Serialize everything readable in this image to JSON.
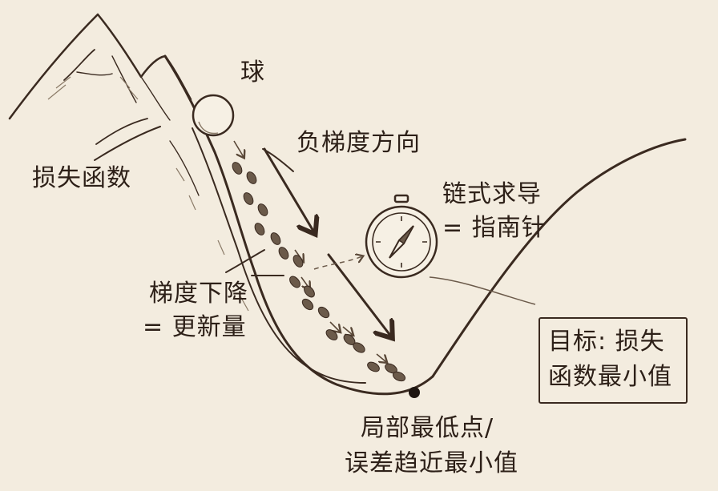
{
  "labels": {
    "ball": "球",
    "loss_function": "损失函数",
    "negative_gradient": "负梯度方向",
    "chain_rule_line1": "链式求导",
    "chain_rule_line2": "= 指南针",
    "gradient_descent_line1": "梯度下降",
    "gradient_descent_line2": "= 更新量",
    "goal_line1": "目标: 损失",
    "goal_line2": "函数最小值",
    "local_min_line1": "局部最低点/",
    "local_min_line2": "误差趋近最小值"
  },
  "icons": [
    "mountain-icon",
    "ball-icon",
    "footprints-icon",
    "compass-icon",
    "arrow-icon"
  ],
  "colors": {
    "background": "#f3ecdf",
    "ink": "#3a2a20",
    "shade": "#8b7b68"
  }
}
